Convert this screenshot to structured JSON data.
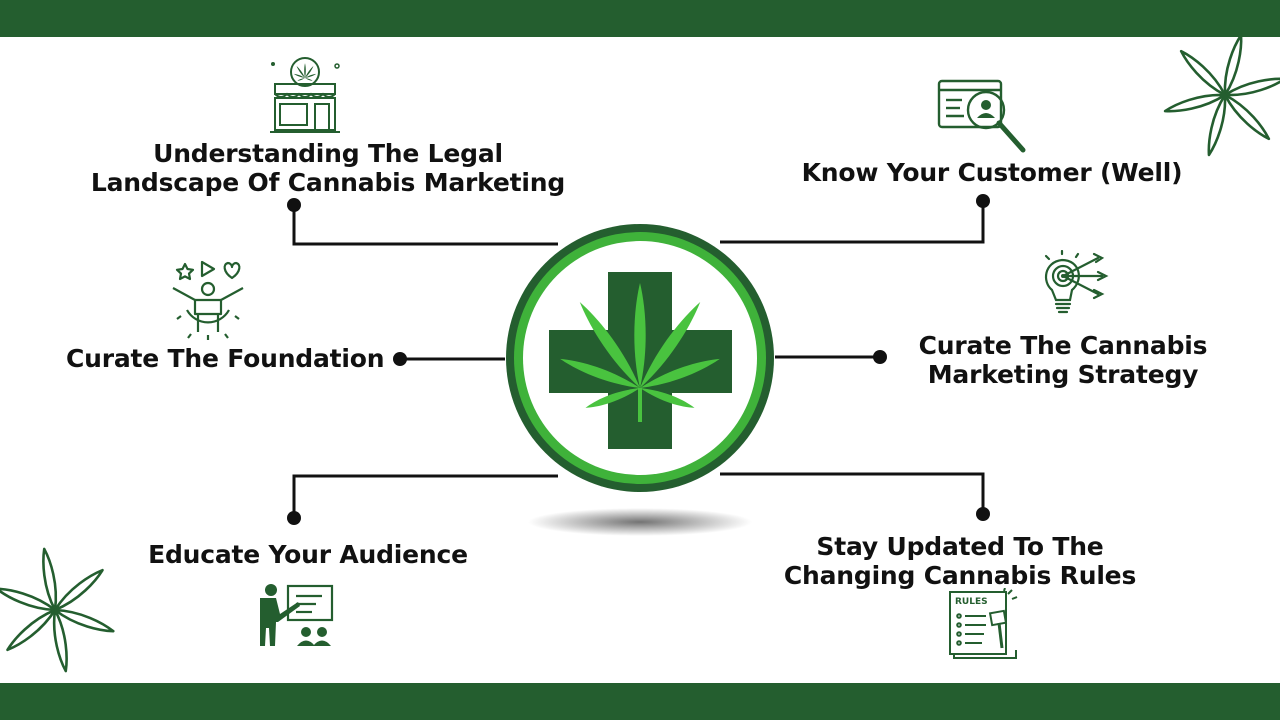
{
  "colors": {
    "band": "#245e2f",
    "dark_green": "#245e2f",
    "light_green": "#3fb23a",
    "leaf": "#49c33f",
    "connector": "#111111"
  },
  "topics": [
    {
      "lines": [
        "Understanding The Legal",
        "Landscape Of Cannabis Marketing"
      ],
      "icon": "cannabis-shop-icon"
    },
    {
      "lines": [
        "Know Your Customer (Well)"
      ],
      "icon": "customer-search-icon"
    },
    {
      "lines": [
        "Curate The Foundation"
      ],
      "icon": "team-gear-icon"
    },
    {
      "lines": [
        "Curate The Cannabis",
        "Marketing Strategy"
      ],
      "icon": "lightbulb-target-icon"
    },
    {
      "lines": [
        "Educate Your Audience"
      ],
      "icon": "presentation-board-icon"
    },
    {
      "lines": [
        "Stay Updated To The",
        "Changing Cannabis Rules"
      ],
      "icon": "rules-gavel-icon"
    }
  ],
  "rules_icon_text": "RULES",
  "center_icon": "cannabis-cross-icon",
  "decor_icon": "cannabis-leaf-outline-icon"
}
